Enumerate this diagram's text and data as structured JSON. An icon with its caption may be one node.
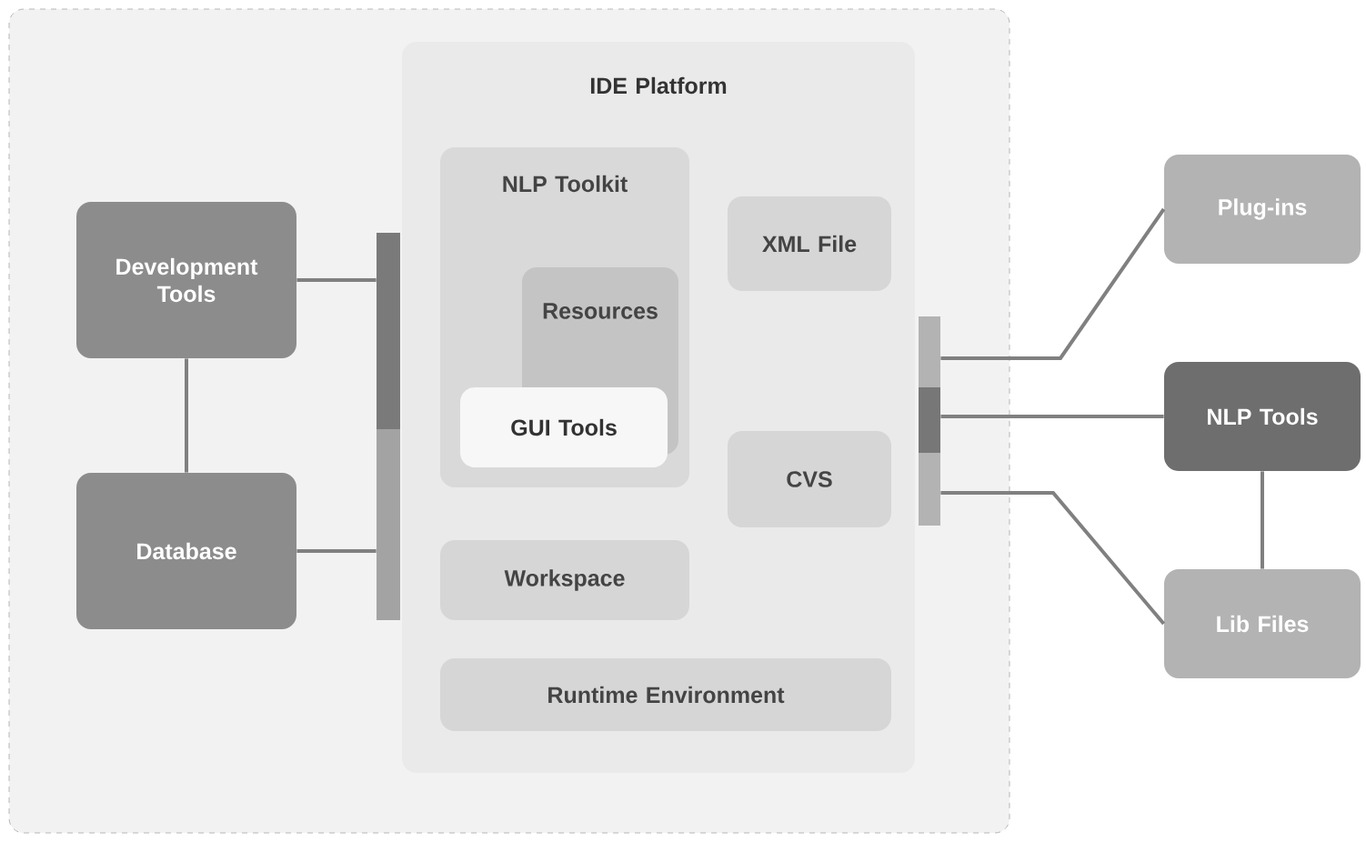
{
  "diagram": {
    "nodes": [
      {
        "text": [],
        "shape": "box"
      },
      {
        "text": [
          "IDE Platform"
        ],
        "in": 0
      },
      {
        "text": [
          "NLP Toolkit"
        ],
        "in": 1
      },
      {
        "text": [
          "Resources"
        ],
        "in": 2
      },
      {
        "text": [
          "GUI Tools"
        ],
        "in": 2
      },
      {
        "text": [
          "XML File"
        ],
        "in": 1
      },
      {
        "text": [
          "CVS"
        ],
        "in": 1
      },
      {
        "text": [
          "Workspace"
        ],
        "in": 1
      },
      {
        "text": [
          "Runtime Environment"
        ],
        "in": 1
      },
      {
        "text": [
          "Development Tools"
        ],
        "in": 0
      },
      {
        "text": [
          "Database"
        ],
        "in": 0
      },
      {
        "text": [],
        "shape": "bar",
        "in": 0
      },
      {
        "text": [],
        "shape": "bar",
        "in": 0
      },
      {
        "text": [
          "Plug-ins"
        ]
      },
      {
        "text": [
          "NLP Tools"
        ]
      },
      {
        "text": [
          "Lib Files"
        ]
      }
    ],
    "edges": [
      {
        "from": 9,
        "to": 10,
        "arrow": "none"
      },
      {
        "from": 9,
        "to": 11,
        "arrow": "none"
      },
      {
        "from": 10,
        "to": 11,
        "arrow": "none"
      },
      {
        "from": 12,
        "to": 13,
        "arrow": "none"
      },
      {
        "from": 12,
        "to": 14,
        "arrow": "none"
      },
      {
        "from": 12,
        "to": 15,
        "arrow": "none"
      },
      {
        "from": 14,
        "to": 15,
        "arrow": "none"
      }
    ]
  }
}
